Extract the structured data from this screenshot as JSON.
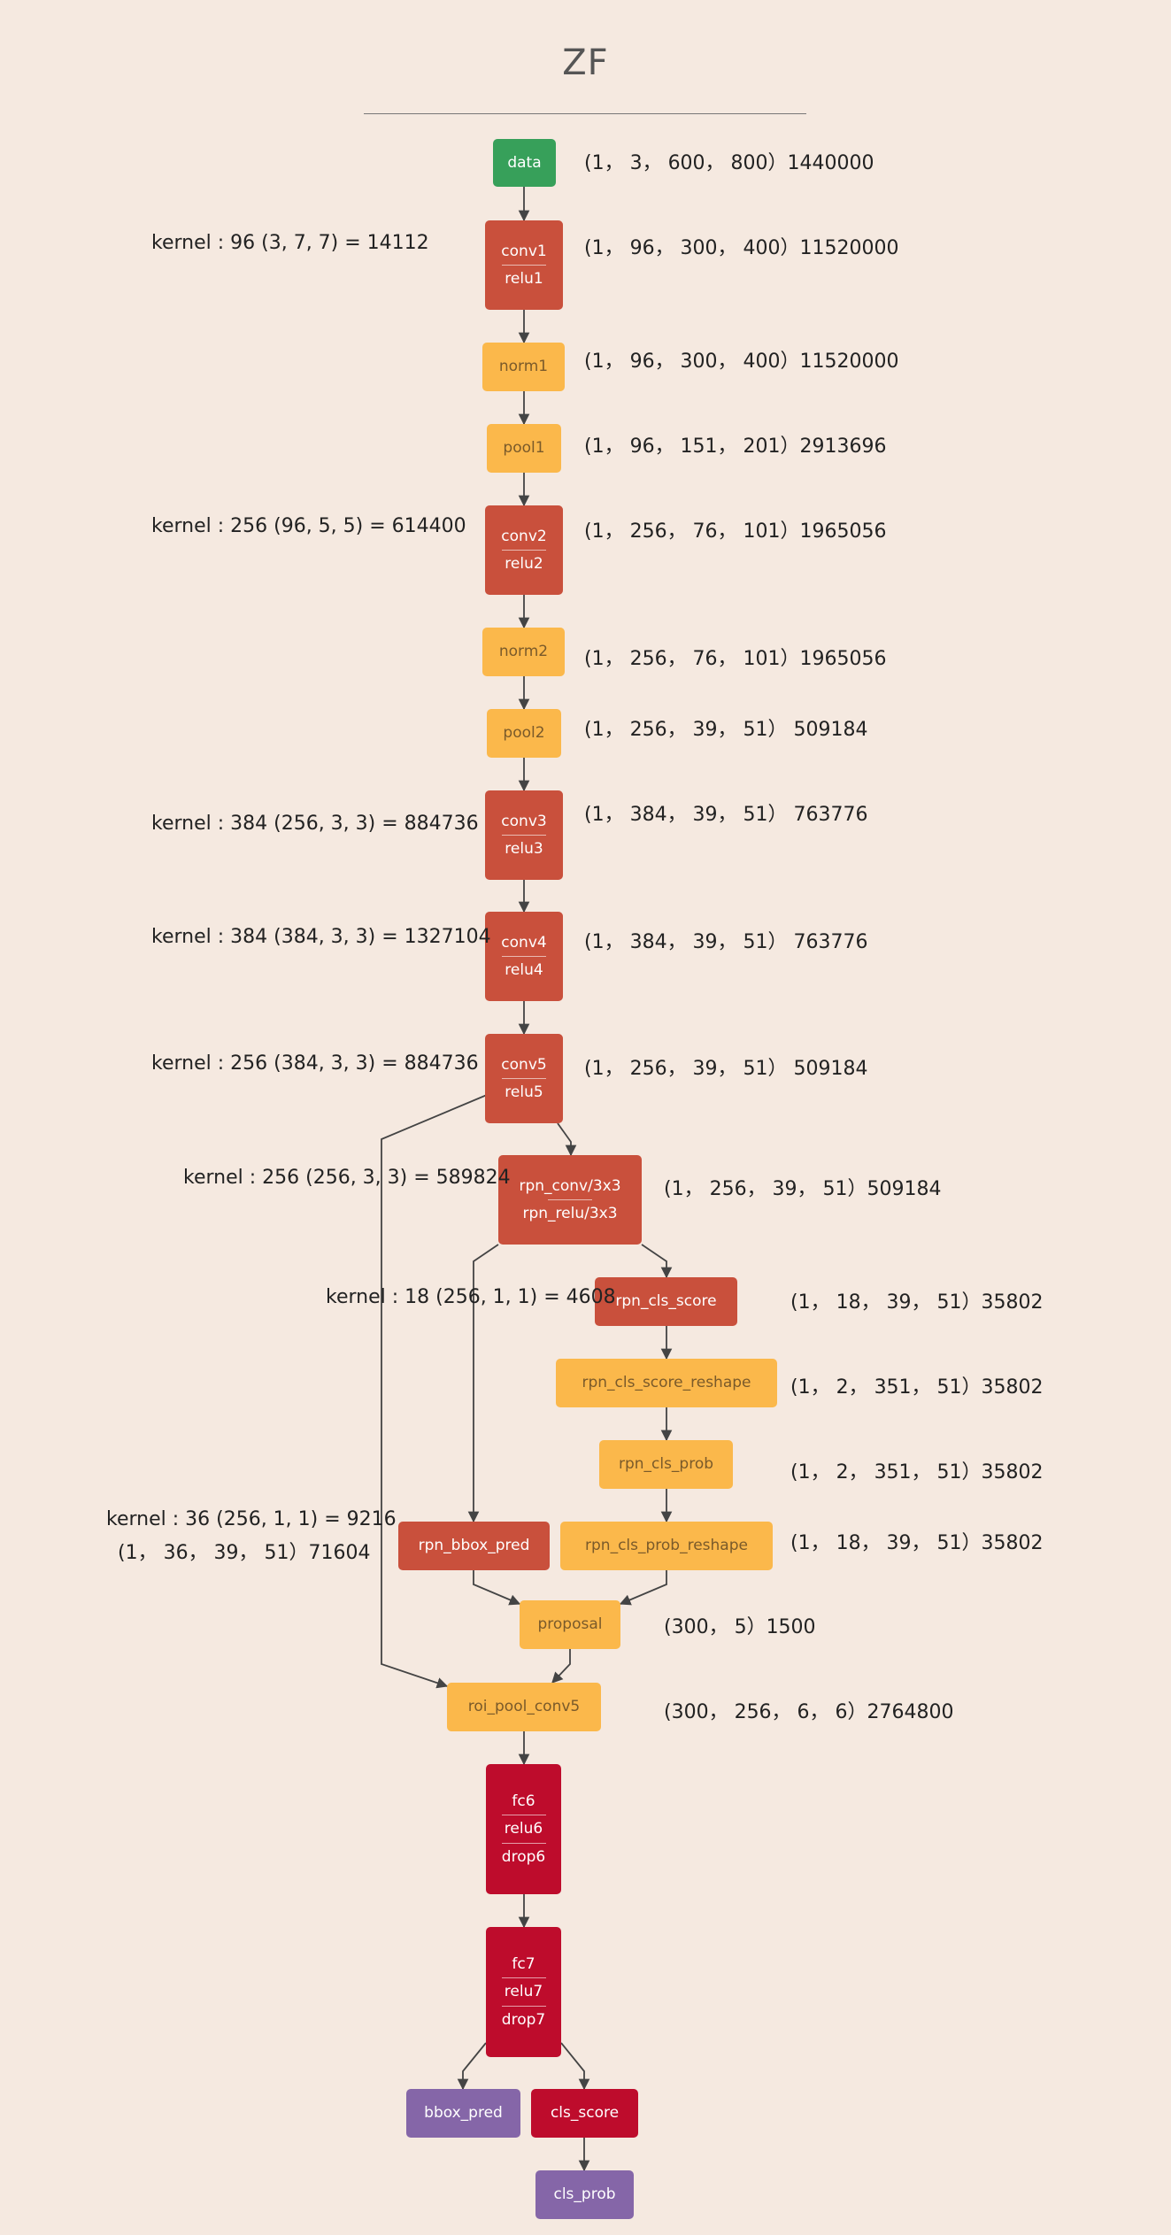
{
  "title": "ZF",
  "colors": {
    "background": "#f5e9e0",
    "data_node": "#37a05a",
    "conv_node": "#c9503c",
    "norm_pool_node": "#fbb84b",
    "fc_node": "#be0c2c",
    "output_node": "#8566a8"
  },
  "nodes": {
    "data": {
      "parts": [
        "data"
      ]
    },
    "conv1": {
      "parts": [
        "conv1",
        "relu1"
      ]
    },
    "norm1": {
      "parts": [
        "norm1"
      ]
    },
    "pool1": {
      "parts": [
        "pool1"
      ]
    },
    "conv2": {
      "parts": [
        "conv2",
        "relu2"
      ]
    },
    "norm2": {
      "parts": [
        "norm2"
      ]
    },
    "pool2": {
      "parts": [
        "pool2"
      ]
    },
    "conv3": {
      "parts": [
        "conv3",
        "relu3"
      ]
    },
    "conv4": {
      "parts": [
        "conv4",
        "relu4"
      ]
    },
    "conv5": {
      "parts": [
        "conv5",
        "relu5"
      ]
    },
    "rpn_conv": {
      "parts": [
        "rpn_conv/3x3",
        "rpn_relu/3x3"
      ]
    },
    "rpn_cls_score": {
      "parts": [
        "rpn_cls_score"
      ]
    },
    "rpn_cls_score_reshape": {
      "parts": [
        "rpn_cls_score_reshape"
      ]
    },
    "rpn_cls_prob": {
      "parts": [
        "rpn_cls_prob"
      ]
    },
    "rpn_bbox_pred": {
      "parts": [
        "rpn_bbox_pred"
      ]
    },
    "rpn_cls_prob_reshape": {
      "parts": [
        "rpn_cls_prob_reshape"
      ]
    },
    "proposal": {
      "parts": [
        "proposal"
      ]
    },
    "roi_pool_conv5": {
      "parts": [
        "roi_pool_conv5"
      ]
    },
    "fc6": {
      "parts": [
        "fc6",
        "relu6",
        "drop6"
      ]
    },
    "fc7": {
      "parts": [
        "fc7",
        "relu7",
        "drop7"
      ]
    },
    "bbox_pred": {
      "parts": [
        "bbox_pred"
      ]
    },
    "cls_score": {
      "parts": [
        "cls_score"
      ]
    },
    "cls_prob": {
      "parts": [
        "cls_prob"
      ]
    }
  },
  "shapes": {
    "data": "(1， 3， 600， 800）1440000",
    "conv1": "(1， 96， 300， 400）11520000",
    "norm1": "(1， 96， 300， 400）11520000",
    "pool1": "(1， 96， 151， 201）2913696",
    "conv2": "(1， 256， 76， 101）1965056",
    "norm2": "(1， 256， 76， 101）1965056",
    "pool2": "(1， 256， 39， 51）  509184",
    "conv3": "(1， 384， 39， 51）  763776",
    "conv4": "(1， 384， 39， 51）  763776",
    "conv5": "(1， 256， 39， 51）  509184",
    "rpn_conv": "(1， 256， 39， 51）509184",
    "rpn_cls_score": "(1， 18， 39， 51）35802",
    "rpn_cls_score_reshape": "(1， 2， 351， 51）35802",
    "rpn_cls_prob": "(1， 2， 351， 51）35802",
    "rpn_cls_prob_reshape": "(1， 18， 39， 51）35802",
    "proposal": "(300， 5）1500",
    "roi_pool_conv5": "(300， 256， 6， 6）2764800"
  },
  "kernels": {
    "conv1": "kernel : 96 (3, 7, 7) = 14112",
    "conv2": "kernel : 256 (96, 5, 5) = 614400",
    "conv3": "kernel : 384 (256, 3, 3) = 884736",
    "conv4": "kernel : 384 (384, 3, 3) = 1327104",
    "conv5": "kernel : 256 (384, 3, 3) = 884736",
    "rpn_conv": "kernel : 256 (256, 3, 3) = 589824",
    "rpn_cls_score": "kernel : 18 (256, 1, 1) = 4608",
    "rpn_bbox_pred": "kernel : 36 (256, 1, 1) = 9216",
    "rpn_bbox_pred_shape": "(1， 36， 39， 51）71604"
  }
}
